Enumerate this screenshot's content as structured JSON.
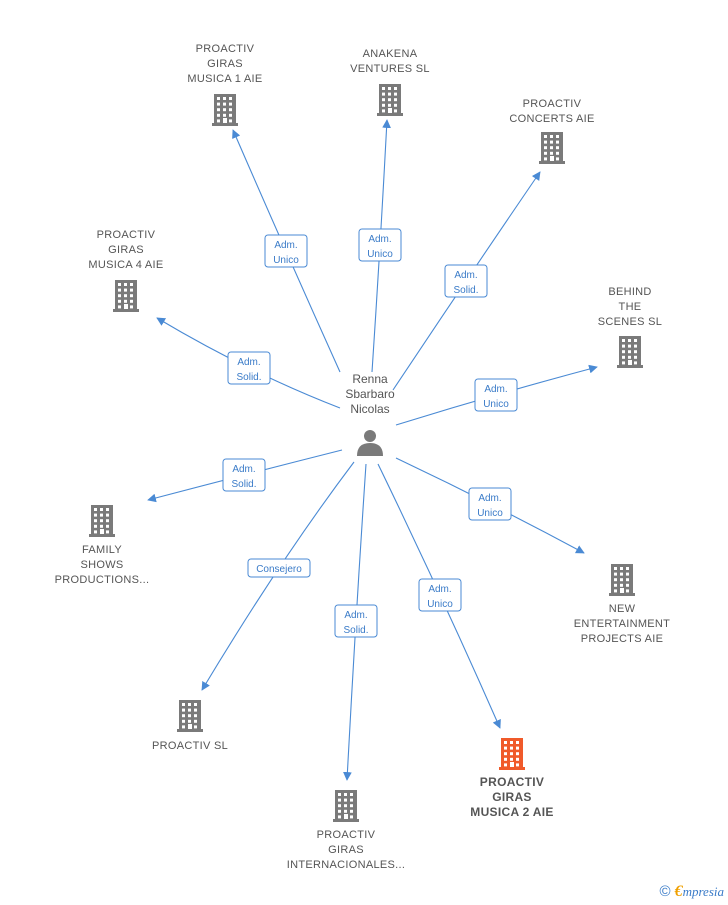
{
  "person": {
    "lines": [
      "Renna",
      "Sbarbaro",
      "Nicolas"
    ]
  },
  "colors": {
    "building": "#7a7a7a",
    "highlight": "#f05a2a",
    "edge": "#4a8ad4"
  },
  "companies": [
    {
      "id": "c1",
      "lines": [
        "PROACTIV",
        "GIRAS",
        "MUSICA 1  AIE"
      ]
    },
    {
      "id": "c2",
      "lines": [
        "ANAKENA",
        "VENTURES  SL"
      ]
    },
    {
      "id": "c3",
      "lines": [
        "PROACTIV",
        "CONCERTS  AIE"
      ]
    },
    {
      "id": "c4",
      "lines": [
        "PROACTIV",
        "GIRAS",
        "MUSICA 4  AIE"
      ]
    },
    {
      "id": "c5",
      "lines": [
        "BEHIND",
        "THE",
        "SCENES SL"
      ]
    },
    {
      "id": "c6",
      "lines": [
        "FAMILY",
        "SHOWS",
        "PRODUCTIONS..."
      ]
    },
    {
      "id": "c7",
      "lines": [
        "NEW",
        "ENTERTAINMENT",
        "PROJECTS AIE"
      ]
    },
    {
      "id": "c8",
      "lines": [
        "PROACTIV SL"
      ]
    },
    {
      "id": "c9",
      "lines": [
        "PROACTIV",
        "GIRAS",
        "INTERNACIONALES..."
      ]
    },
    {
      "id": "c10",
      "lines": [
        "PROACTIV",
        "GIRAS",
        "MUSICA 2  AIE"
      ],
      "highlight": true
    }
  ],
  "edges": [
    {
      "to": "c1",
      "role": [
        "Adm.",
        "Unico"
      ]
    },
    {
      "to": "c2",
      "role": [
        "Adm.",
        "Unico"
      ]
    },
    {
      "to": "c3",
      "role": [
        "Adm.",
        "Solid."
      ]
    },
    {
      "to": "c4",
      "role": [
        "Adm.",
        "Solid."
      ]
    },
    {
      "to": "c5",
      "role": [
        "Adm.",
        "Unico"
      ]
    },
    {
      "to": "c6",
      "role": [
        "Adm.",
        "Solid."
      ]
    },
    {
      "to": "c7",
      "role": [
        "Adm.",
        "Unico"
      ]
    },
    {
      "to": "c8",
      "role": [
        "Consejero"
      ]
    },
    {
      "to": "c9",
      "role": [
        "Adm.",
        "Solid."
      ]
    },
    {
      "to": "c10",
      "role": [
        "Adm.",
        "Unico"
      ]
    }
  ],
  "footer": {
    "copyright": "©",
    "brand_initial": "€",
    "brand_rest": "mpresia"
  }
}
